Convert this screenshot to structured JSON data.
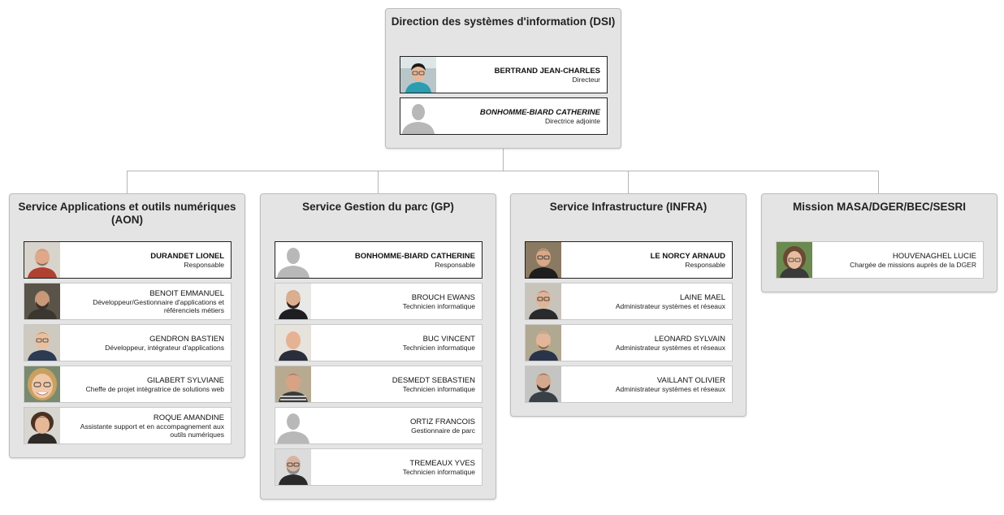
{
  "top": {
    "title": "Direction des systèmes d'information (DSI)",
    "members": [
      {
        "name": "BERTRAND JEAN-CHARLES",
        "role": "Directeur",
        "photo": "person-photo"
      },
      {
        "name": "BONHOMME-BIARD CATHERINE",
        "role": "Directrice adjointe",
        "photo": "placeholder-avatar"
      }
    ]
  },
  "units": [
    {
      "title": "Service Applications et outils numériques (AON)",
      "members": [
        {
          "name": "DURANDET LIONEL",
          "role": "Responsable"
        },
        {
          "name": "BENOIT EMMANUEL",
          "role": "Développeur/Gestionnaire d'applications et référenciels métiers"
        },
        {
          "name": "GENDRON BASTIEN",
          "role": "Développeur, intégrateur d'applications"
        },
        {
          "name": "GILABERT SYLVIANE",
          "role": "Cheffe de projet intégratrice de solutions web"
        },
        {
          "name": "ROQUE AMANDINE",
          "role": "Assistante support et en accompagnement aux outils numériques"
        }
      ]
    },
    {
      "title": "Service Gestion du parc (GP)",
      "members": [
        {
          "name": "BONHOMME-BIARD CATHERINE",
          "role": "Responsable"
        },
        {
          "name": "BROUCH EWANS",
          "role": "Technicien informatique"
        },
        {
          "name": "BUC VINCENT",
          "role": "Technicien informatique"
        },
        {
          "name": "DESMEDT SEBASTIEN",
          "role": "Technicien informatique"
        },
        {
          "name": "ORTIZ FRANCOIS",
          "role": "Gestionnaire de parc"
        },
        {
          "name": "TREMEAUX YVES",
          "role": "Technicien informatique"
        }
      ]
    },
    {
      "title": "Service Infrastructure (INFRA)",
      "members": [
        {
          "name": "LE NORCY ARNAUD",
          "role": "Responsable"
        },
        {
          "name": "LAINE MAEL",
          "role": "Administrateur systèmes et réseaux"
        },
        {
          "name": "LEONARD SYLVAIN",
          "role": "Administrateur systèmes et réseaux"
        },
        {
          "name": "VAILLANT OLIVIER",
          "role": "Administrateur systèmes et réseaux"
        }
      ]
    },
    {
      "title": "Mission MASA/DGER/BEC/SESRI",
      "members": [
        {
          "name": "HOUVENAGHEL LUCIE",
          "role": "Chargée de missions auprès de la DGER"
        }
      ]
    }
  ],
  "colors": {
    "box_bg": "#e4e4e4",
    "box_border": "#bdbdbd",
    "connector": "#b5b5b5",
    "placeholder_avatar": "#b8b8b8"
  }
}
